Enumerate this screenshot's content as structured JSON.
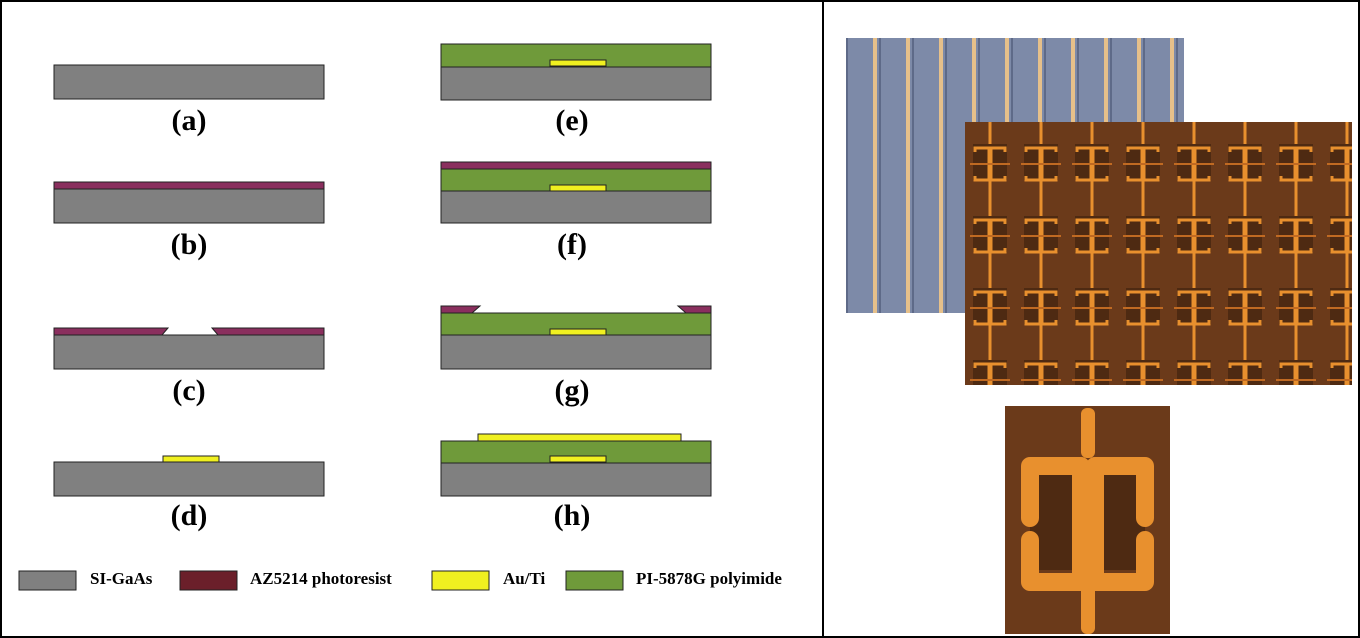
{
  "steps": [
    {
      "id": "a",
      "label": "(a)"
    },
    {
      "id": "b",
      "label": "(b)"
    },
    {
      "id": "c",
      "label": "(c)"
    },
    {
      "id": "d",
      "label": "(d)"
    },
    {
      "id": "e",
      "label": "(e)"
    },
    {
      "id": "f",
      "label": "(f)"
    },
    {
      "id": "g",
      "label": "(g)"
    },
    {
      "id": "h",
      "label": "(h)"
    }
  ],
  "legend": [
    {
      "label": "SI-GaAs",
      "color": "#808080"
    },
    {
      "label": "AZ5214 photoresist",
      "color": "#6b1f2a"
    },
    {
      "label": "Au/Ti",
      "color": "#f0f020"
    },
    {
      "label": "PI-5878G polyimide",
      "color": "#6f9a3a"
    }
  ],
  "colors": {
    "substrate": "#808080",
    "photoresist": "#8a2f5e",
    "gold": "#f0f020",
    "polyimide": "#6f9a3a",
    "micro_dark": "#6b3a1a",
    "micro_orange": "#e8902e",
    "micro_blue": "#7d8aa8"
  },
  "photos": {
    "top": "blue-stripe-array-photo",
    "middle": "metamaterial-array-photo",
    "bottom": "single-resonator-closeup-photo"
  }
}
